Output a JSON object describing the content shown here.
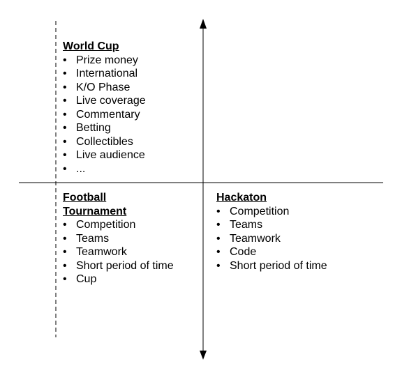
{
  "quadrants": {
    "top_left": {
      "title": "World Cup",
      "items": [
        "Prize money",
        "International",
        "K/O Phase",
        "Live coverage",
        "Commentary",
        "Betting",
        "Collectibles",
        "Live audience",
        "..."
      ]
    },
    "bottom_left": {
      "title_line1": "Football",
      "title_line2": "Tournament",
      "items": [
        "Competition",
        "Teams",
        "Teamwork",
        "Short period of time",
        "Cup"
      ]
    },
    "bottom_right": {
      "title": "Hackaton",
      "items": [
        "Competition",
        "Teams",
        "Teamwork",
        "Code",
        "Short period of time"
      ]
    }
  },
  "colors": {
    "lines": "#000000",
    "text": "#000000",
    "background": "#ffffff"
  }
}
